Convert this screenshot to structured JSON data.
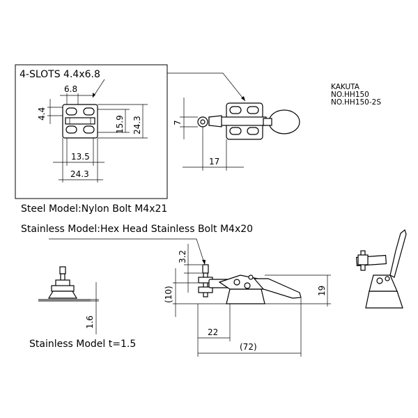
{
  "brand": {
    "maker": "KAKUTA",
    "model_1": "NO.HH150",
    "model_2": "NO.HH150-2S"
  },
  "detail_box": {
    "slots_label": "4-SLOTS 4.4x6.8",
    "dim_6_8": "6.8",
    "dim_4_4": "4.4",
    "dim_15_9": "15.9",
    "dim_24_3_v": "24.3",
    "dim_13_5": "13.5",
    "dim_24_3_h": "24.3"
  },
  "top_view": {
    "dim_7": "7",
    "dim_17": "17"
  },
  "notes": {
    "steel": "Steel Model:Nylon Bolt M4x21",
    "stainless": "Stainless Model:Hex Head Stainless Bolt M4x20",
    "thickness": "Stainless Model t=1.5"
  },
  "side_view": {
    "dim_3_2": "3.2",
    "dim_10": "(10)",
    "dim_19": "19",
    "dim_22": "22",
    "dim_72": "(72)"
  },
  "stainless_view": {
    "dim_1_6": "1.6"
  }
}
